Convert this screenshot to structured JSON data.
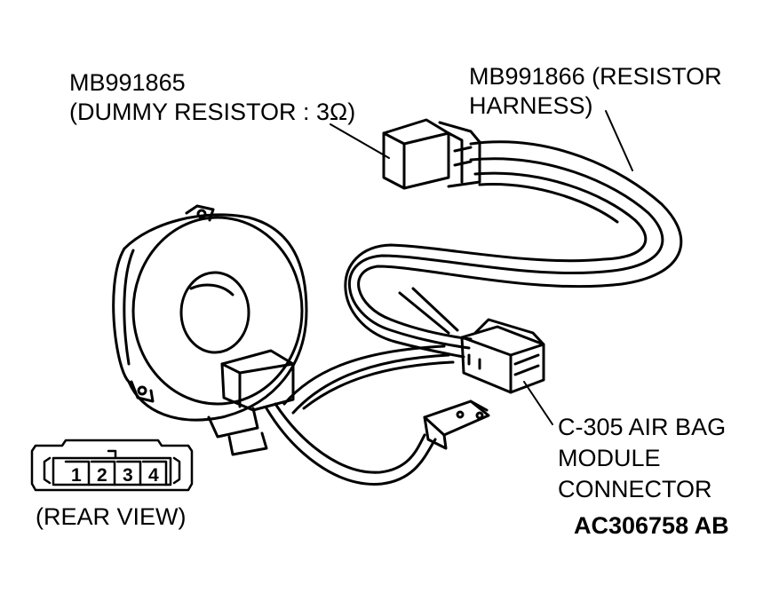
{
  "labels": {
    "dummy_resistor_line1": "MB991865",
    "dummy_resistor_line2": "(DUMMY RESISTOR : 3Ω)",
    "resistor_harness_line1": "MB991866 (RESISTOR",
    "resistor_harness_line2": "HARNESS)",
    "connector_line1": "C-305 AIR BAG",
    "connector_line2": "MODULE",
    "connector_line3": "CONNECTOR",
    "rear_view": "(REAR VIEW)",
    "figure_code": "AC306758 AB"
  },
  "connector_pins": [
    "1",
    "2",
    "3",
    "4"
  ]
}
